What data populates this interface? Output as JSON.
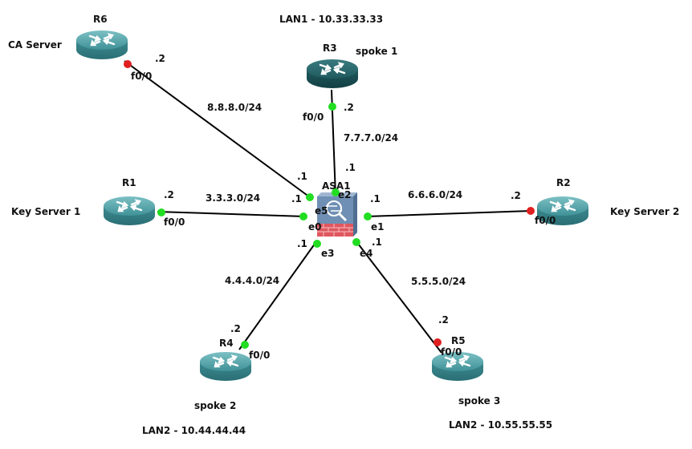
{
  "colors": {
    "link": "#000000",
    "port_up": "#22dd22",
    "port_down": "#e02020",
    "router_light": "#4aa0a6",
    "router_dark": "#1f5f63",
    "asa_body": "#6f8fb4",
    "asa_brick": "#e0575f"
  },
  "titles": {
    "lan1": "LAN1 - 10.33.33.33",
    "lan2_r4": "LAN2 - 10.44.44.44",
    "lan2_r5": "LAN2 - 10.55.55.55"
  },
  "devices": [
    {
      "id": "R6",
      "role": "CA Server"
    },
    {
      "id": "R3",
      "role": "spoke 1"
    },
    {
      "id": "R1",
      "role": "Key Server 1"
    },
    {
      "id": "R2",
      "role": "Key Server 2"
    },
    {
      "id": "R4",
      "role": "spoke 2"
    },
    {
      "id": "R5",
      "role": "spoke 3"
    },
    {
      "id": "ASA1",
      "role": ""
    }
  ],
  "links": [
    {
      "from": "R6",
      "from_if": "f0/0",
      "from_ip": ".2",
      "to_if": "e5",
      "to_ip": ".1",
      "subnet": "8.8.8.0/24",
      "status": "down"
    },
    {
      "from": "R3",
      "from_if": "f0/0",
      "from_ip": ".2",
      "to_if": "e2",
      "to_ip": ".1",
      "subnet": "7.7.7.0/24",
      "status": "up"
    },
    {
      "from": "R1",
      "from_if": "f0/0",
      "from_ip": ".2",
      "to_if": "e0",
      "to_ip": ".1",
      "subnet": "3.3.3.0/24",
      "status": "up"
    },
    {
      "from": "R2",
      "from_if": "f0/0",
      "from_ip": ".2",
      "to_if": "e1",
      "to_ip": ".1",
      "subnet": "6.6.6.0/24",
      "status": "down"
    },
    {
      "from": "R4",
      "from_if": "f0/0",
      "from_ip": ".2",
      "to_if": "e3",
      "to_ip": ".1",
      "subnet": "4.4.4.0/24",
      "status": "up"
    },
    {
      "from": "R5",
      "from_if": "f0/0",
      "from_ip": ".2",
      "to_if": "e4",
      "to_ip": ".1",
      "subnet": "5.5.5.0/24",
      "status": "down"
    }
  ]
}
